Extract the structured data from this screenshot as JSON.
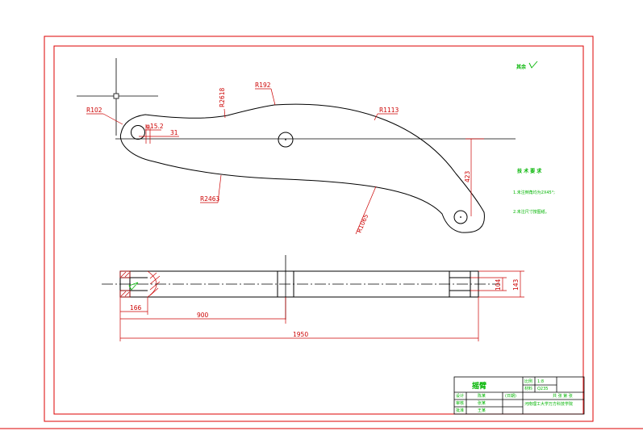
{
  "dimensions": {
    "r102": "R102",
    "r192": "R192",
    "r2618": "R2618",
    "r1113": "R1113",
    "d15_2": "φ15.2",
    "d31": "31",
    "d423": "423",
    "r2463": "R2463",
    "r1065": "R1065",
    "d104": "104",
    "d143": "143",
    "d166": "166",
    "d900": "900",
    "d1950": "1950"
  },
  "notes": {
    "roughness": "其余",
    "tech_title": "技 术 要 求",
    "item1": "1.未注倒角均为2X45°;",
    "item2": "2.未注尺寸按图纸。"
  },
  "title_block": {
    "part_name": "摇臂",
    "scale_label": "比例",
    "scale_value": "1:8",
    "material_label": "材料",
    "material_value": "Q235",
    "design_label": "设计",
    "design_name": "陈某",
    "check_label": "审核",
    "check_name": "张某",
    "approve_label": "批准",
    "approve_name": "王某",
    "date_label": "(日期)",
    "sheet_label": "共 张 第 张",
    "school": "河南理工大学万方科技学院"
  },
  "colors": {
    "frame": "#dd0000",
    "outline": "#000000",
    "dimension": "#cc0000",
    "annotation": "#00b400"
  }
}
